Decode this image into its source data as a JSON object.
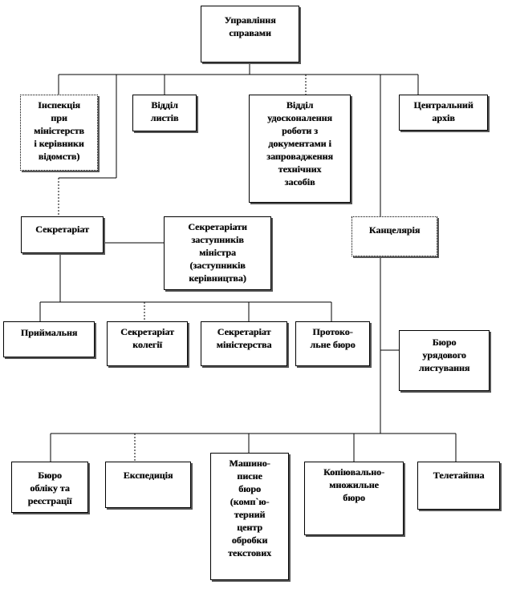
{
  "nodes": {
    "head": "Управління\nсправами",
    "inspection": "Інспекція\nпри\nміністерств\nі керівники\nвідомств)",
    "letters": "Відділ\nлистів",
    "improvement": "Відділ\nудосконалення\nроботи з\nдокументами і\nзапровадження\nтехнічних\nзасобів",
    "archive": "Центральний\nархів",
    "secretariat": "Секретаріат",
    "deputy_secretariats": "Секретаріати\nзаступників\nміністра\n(заступників\nкерівництва)",
    "chancellery": "Канцелярія",
    "reception": "Приймальня",
    "board_secretariat": "Секретаріат\nколегії",
    "ministry_secretariat": "Секретаріат\nміністерства",
    "protocol_bureau": "Протоко-\nльне бюро",
    "gov_correspondence": "Бюро\nурядового\nлистування",
    "registration_bureau": "Бюро\nобліку та\nреєстрації",
    "expedition": "Експедиція",
    "typing_bureau": "Машино-\nписне\nбюро\n(комп`ю-\nтерний\nцентр\nобробки\nтекстових",
    "copying_bureau": "Копіювально-\nмножильне\nбюро",
    "teletype": "Телетайпна"
  }
}
